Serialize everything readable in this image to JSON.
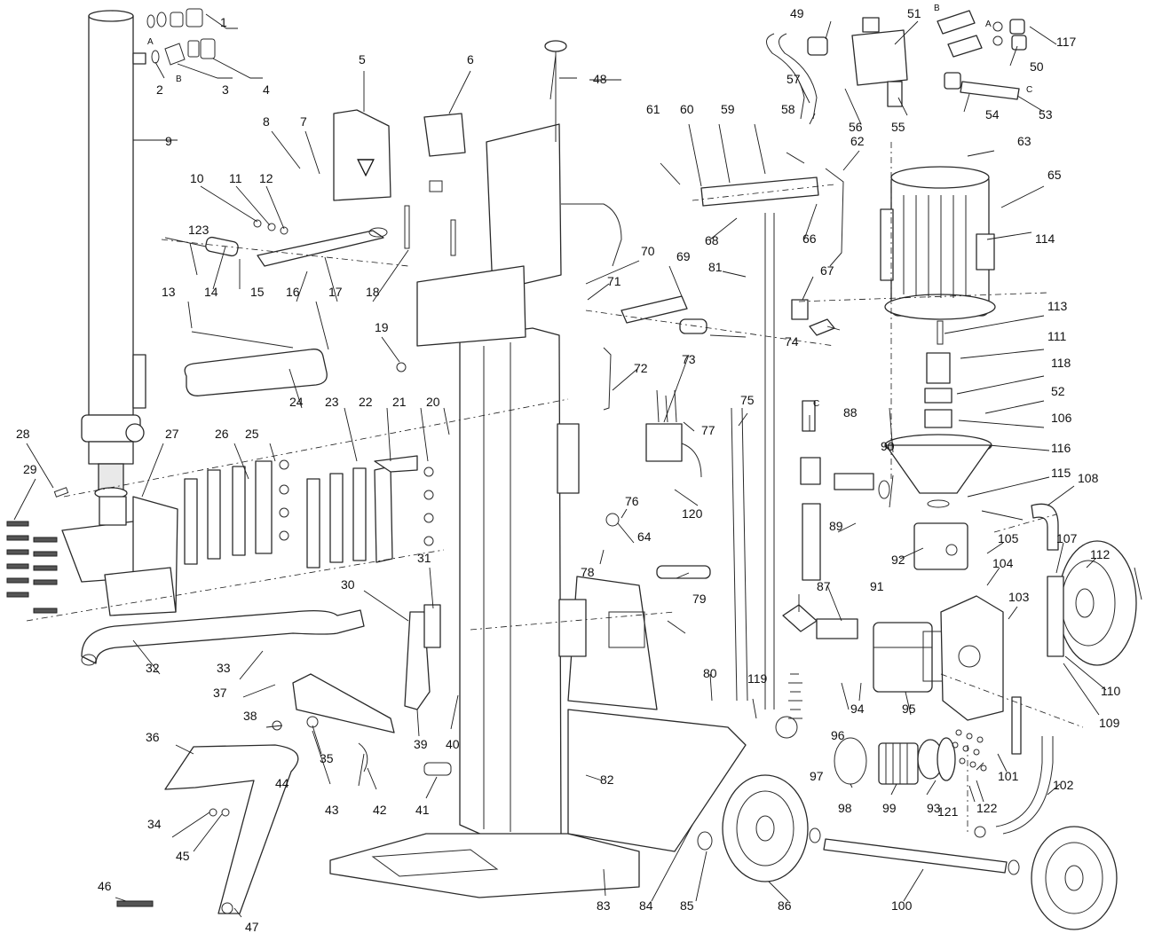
{
  "diagram": {
    "callouts": [
      {
        "label": "1"
      },
      {
        "label": "2"
      },
      {
        "label": "3"
      },
      {
        "label": "4"
      },
      {
        "label": "5"
      },
      {
        "label": "6"
      },
      {
        "label": "7"
      },
      {
        "label": "8"
      },
      {
        "label": "9"
      },
      {
        "label": "10"
      },
      {
        "label": "11"
      },
      {
        "label": "12"
      },
      {
        "label": "123"
      },
      {
        "label": "13"
      },
      {
        "label": "14"
      },
      {
        "label": "15"
      },
      {
        "label": "16"
      },
      {
        "label": "17"
      },
      {
        "label": "18"
      },
      {
        "label": "19"
      },
      {
        "label": "20"
      },
      {
        "label": "21"
      },
      {
        "label": "22"
      },
      {
        "label": "23"
      },
      {
        "label": "24"
      },
      {
        "label": "25"
      },
      {
        "label": "26"
      },
      {
        "label": "27"
      },
      {
        "label": "28"
      },
      {
        "label": "29"
      },
      {
        "label": "30"
      },
      {
        "label": "31"
      },
      {
        "label": "32"
      },
      {
        "label": "33"
      },
      {
        "label": "34"
      },
      {
        "label": "35"
      },
      {
        "label": "36"
      },
      {
        "label": "37"
      },
      {
        "label": "38"
      },
      {
        "label": "39"
      },
      {
        "label": "40"
      },
      {
        "label": "41"
      },
      {
        "label": "42"
      },
      {
        "label": "43"
      },
      {
        "label": "44"
      },
      {
        "label": "45"
      },
      {
        "label": "46"
      },
      {
        "label": "47"
      },
      {
        "label": "48"
      },
      {
        "label": "49"
      },
      {
        "label": "50"
      },
      {
        "label": "51"
      },
      {
        "label": "52"
      },
      {
        "label": "53"
      },
      {
        "label": "54"
      },
      {
        "label": "55"
      },
      {
        "label": "56"
      },
      {
        "label": "57"
      },
      {
        "label": "58"
      },
      {
        "label": "59"
      },
      {
        "label": "60"
      },
      {
        "label": "61"
      },
      {
        "label": "62"
      },
      {
        "label": "63"
      },
      {
        "label": "64"
      },
      {
        "label": "65"
      },
      {
        "label": "66"
      },
      {
        "label": "67"
      },
      {
        "label": "68"
      },
      {
        "label": "69"
      },
      {
        "label": "70"
      },
      {
        "label": "71"
      },
      {
        "label": "72"
      },
      {
        "label": "73"
      },
      {
        "label": "74"
      },
      {
        "label": "75"
      },
      {
        "label": "76"
      },
      {
        "label": "77"
      },
      {
        "label": "78"
      },
      {
        "label": "79"
      },
      {
        "label": "80"
      },
      {
        "label": "81"
      },
      {
        "label": "82"
      },
      {
        "label": "83"
      },
      {
        "label": "84"
      },
      {
        "label": "85"
      },
      {
        "label": "86"
      },
      {
        "label": "87"
      },
      {
        "label": "88"
      },
      {
        "label": "89"
      },
      {
        "label": "90"
      },
      {
        "label": "91"
      },
      {
        "label": "92"
      },
      {
        "label": "93"
      },
      {
        "label": "94"
      },
      {
        "label": "95"
      },
      {
        "label": "96"
      },
      {
        "label": "97"
      },
      {
        "label": "98"
      },
      {
        "label": "99"
      },
      {
        "label": "100"
      },
      {
        "label": "101"
      },
      {
        "label": "102"
      },
      {
        "label": "103"
      },
      {
        "label": "104"
      },
      {
        "label": "105"
      },
      {
        "label": "106"
      },
      {
        "label": "107"
      },
      {
        "label": "108"
      },
      {
        "label": "109"
      },
      {
        "label": "110"
      },
      {
        "label": "111"
      },
      {
        "label": "112"
      },
      {
        "label": "113"
      },
      {
        "label": "114"
      },
      {
        "label": "115"
      },
      {
        "label": "116"
      },
      {
        "label": "117"
      },
      {
        "label": "118"
      },
      {
        "label": "119"
      },
      {
        "label": "120"
      },
      {
        "label": "121"
      },
      {
        "label": "122"
      }
    ],
    "extra_labels": {
      "cyl_port_a": "A",
      "cyl_port_b": "B",
      "valve_port_b": "B",
      "valve_port_a": "A",
      "hose_c_valve": "C",
      "hose_c_pump": "C",
      "shield_mark": "▽"
    },
    "colors": {
      "line": "#2a2a2a",
      "text": "#111111",
      "background": "#ffffff"
    }
  }
}
